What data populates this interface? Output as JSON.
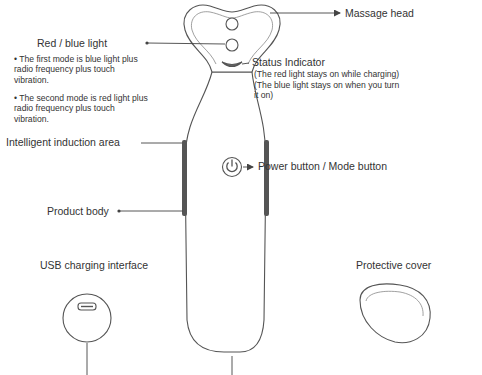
{
  "diagram": {
    "labels": [
      "Massage head",
      "Red / blue light",
      "• The first mode is blue light plus radio frequency plus touch vibration.",
      "• The second mode is red light plus radio frequency plus touch vibration.",
      "Status Indicator",
      "(The red light stays on while charging)",
      "(The blue light stays on when you turn it on)",
      "Intelligent induction area",
      "Power button / Mode button",
      "Product body",
      "USB charging interface",
      "Protective cover"
    ]
  }
}
